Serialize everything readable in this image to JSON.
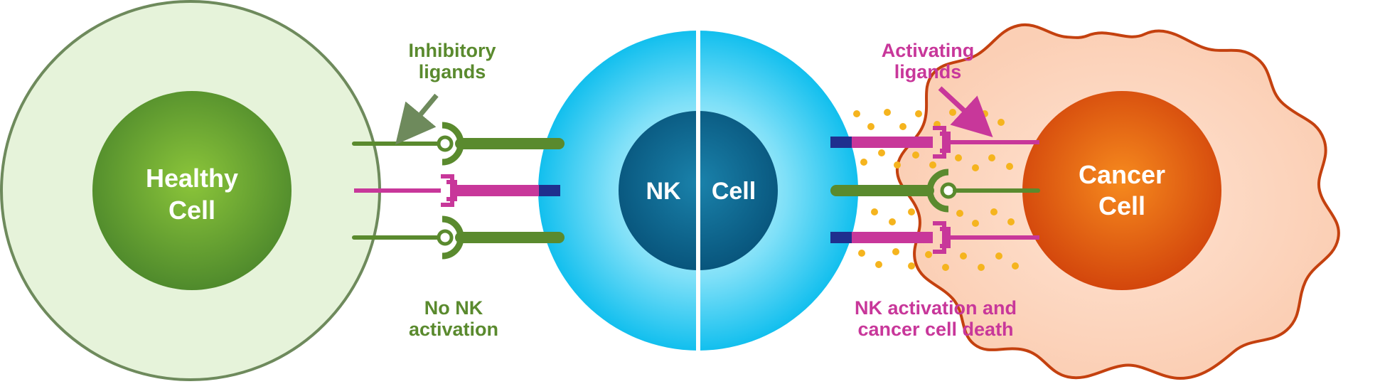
{
  "colors": {
    "healthy_outer_fill": "#e6f3da",
    "healthy_outer_stroke": "#6e8a5c",
    "healthy_nucleus": "#5f9a34",
    "nk_outer": "#19c4ee",
    "nk_nucleus": "#0c5f86",
    "cancer_outer_fill": "#fcd4bd",
    "cancer_outer_stroke": "#c4410f",
    "cancer_nucleus": "#e5570f",
    "inhibitory_green": "#5a8a2e",
    "activating_magenta": "#c8379a",
    "nk_receptor_blue": "#1f2f8e",
    "granule_orange": "#f5b41e",
    "label_green": "#5a8a2e",
    "label_magenta": "#c8379a",
    "white": "#ffffff"
  },
  "cells": {
    "healthy": {
      "line1": "Healthy",
      "line2": "Cell"
    },
    "nk": {
      "left": "NK",
      "right": "Cell"
    },
    "cancer": {
      "line1": "Cancer",
      "line2": "Cell"
    }
  },
  "labels": {
    "inhibitory": {
      "line1": "Inhibitory",
      "line2": "ligands"
    },
    "activating": {
      "line1": "Activating",
      "line2": "ligands"
    },
    "no_activation": {
      "line1": "No NK",
      "line2": "activation"
    },
    "activation_death": {
      "line1": "NK activation and",
      "line2": "cancer cell death"
    }
  },
  "icons": {
    "inhibitory_receptor": "inhibitory-receptor-icon",
    "activating_receptor": "activating-receptor-icon",
    "arrow": "arrow-icon",
    "granule": "cytotoxic-granule-icon"
  }
}
